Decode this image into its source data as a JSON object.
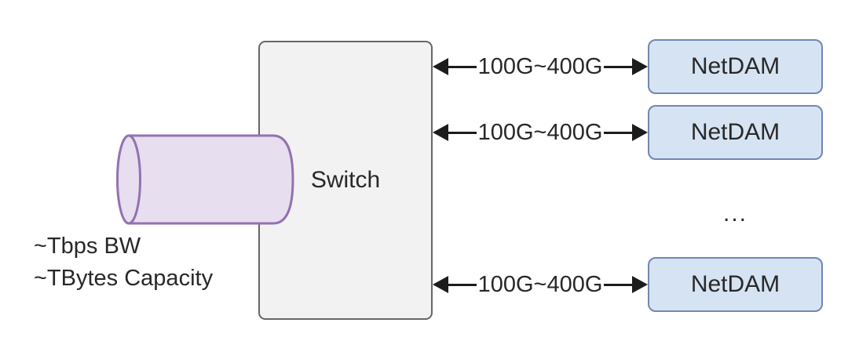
{
  "colors": {
    "canvas-bg": "#ffffff",
    "switch-fill": "#f2f2f2",
    "switch-border": "#666666",
    "cyl-fill": "#e7def0",
    "cyl-border": "#9372b0",
    "node-fill": "#d6e3f3",
    "node-border": "#7286b5",
    "ink": "#282828",
    "arrow": "#1c1c1c"
  },
  "switch": {
    "label": "Switch"
  },
  "memory": {
    "line1": "~Tbps BW",
    "line2": "~TBytes Capacity"
  },
  "links": [
    {
      "label": "100G~400G"
    },
    {
      "label": "100G~400G"
    },
    {
      "label": "100G~400G"
    }
  ],
  "nodes": [
    {
      "label": "NetDAM"
    },
    {
      "label": "NetDAM"
    },
    {
      "label": "NetDAM"
    }
  ],
  "ellipsis": "..."
}
